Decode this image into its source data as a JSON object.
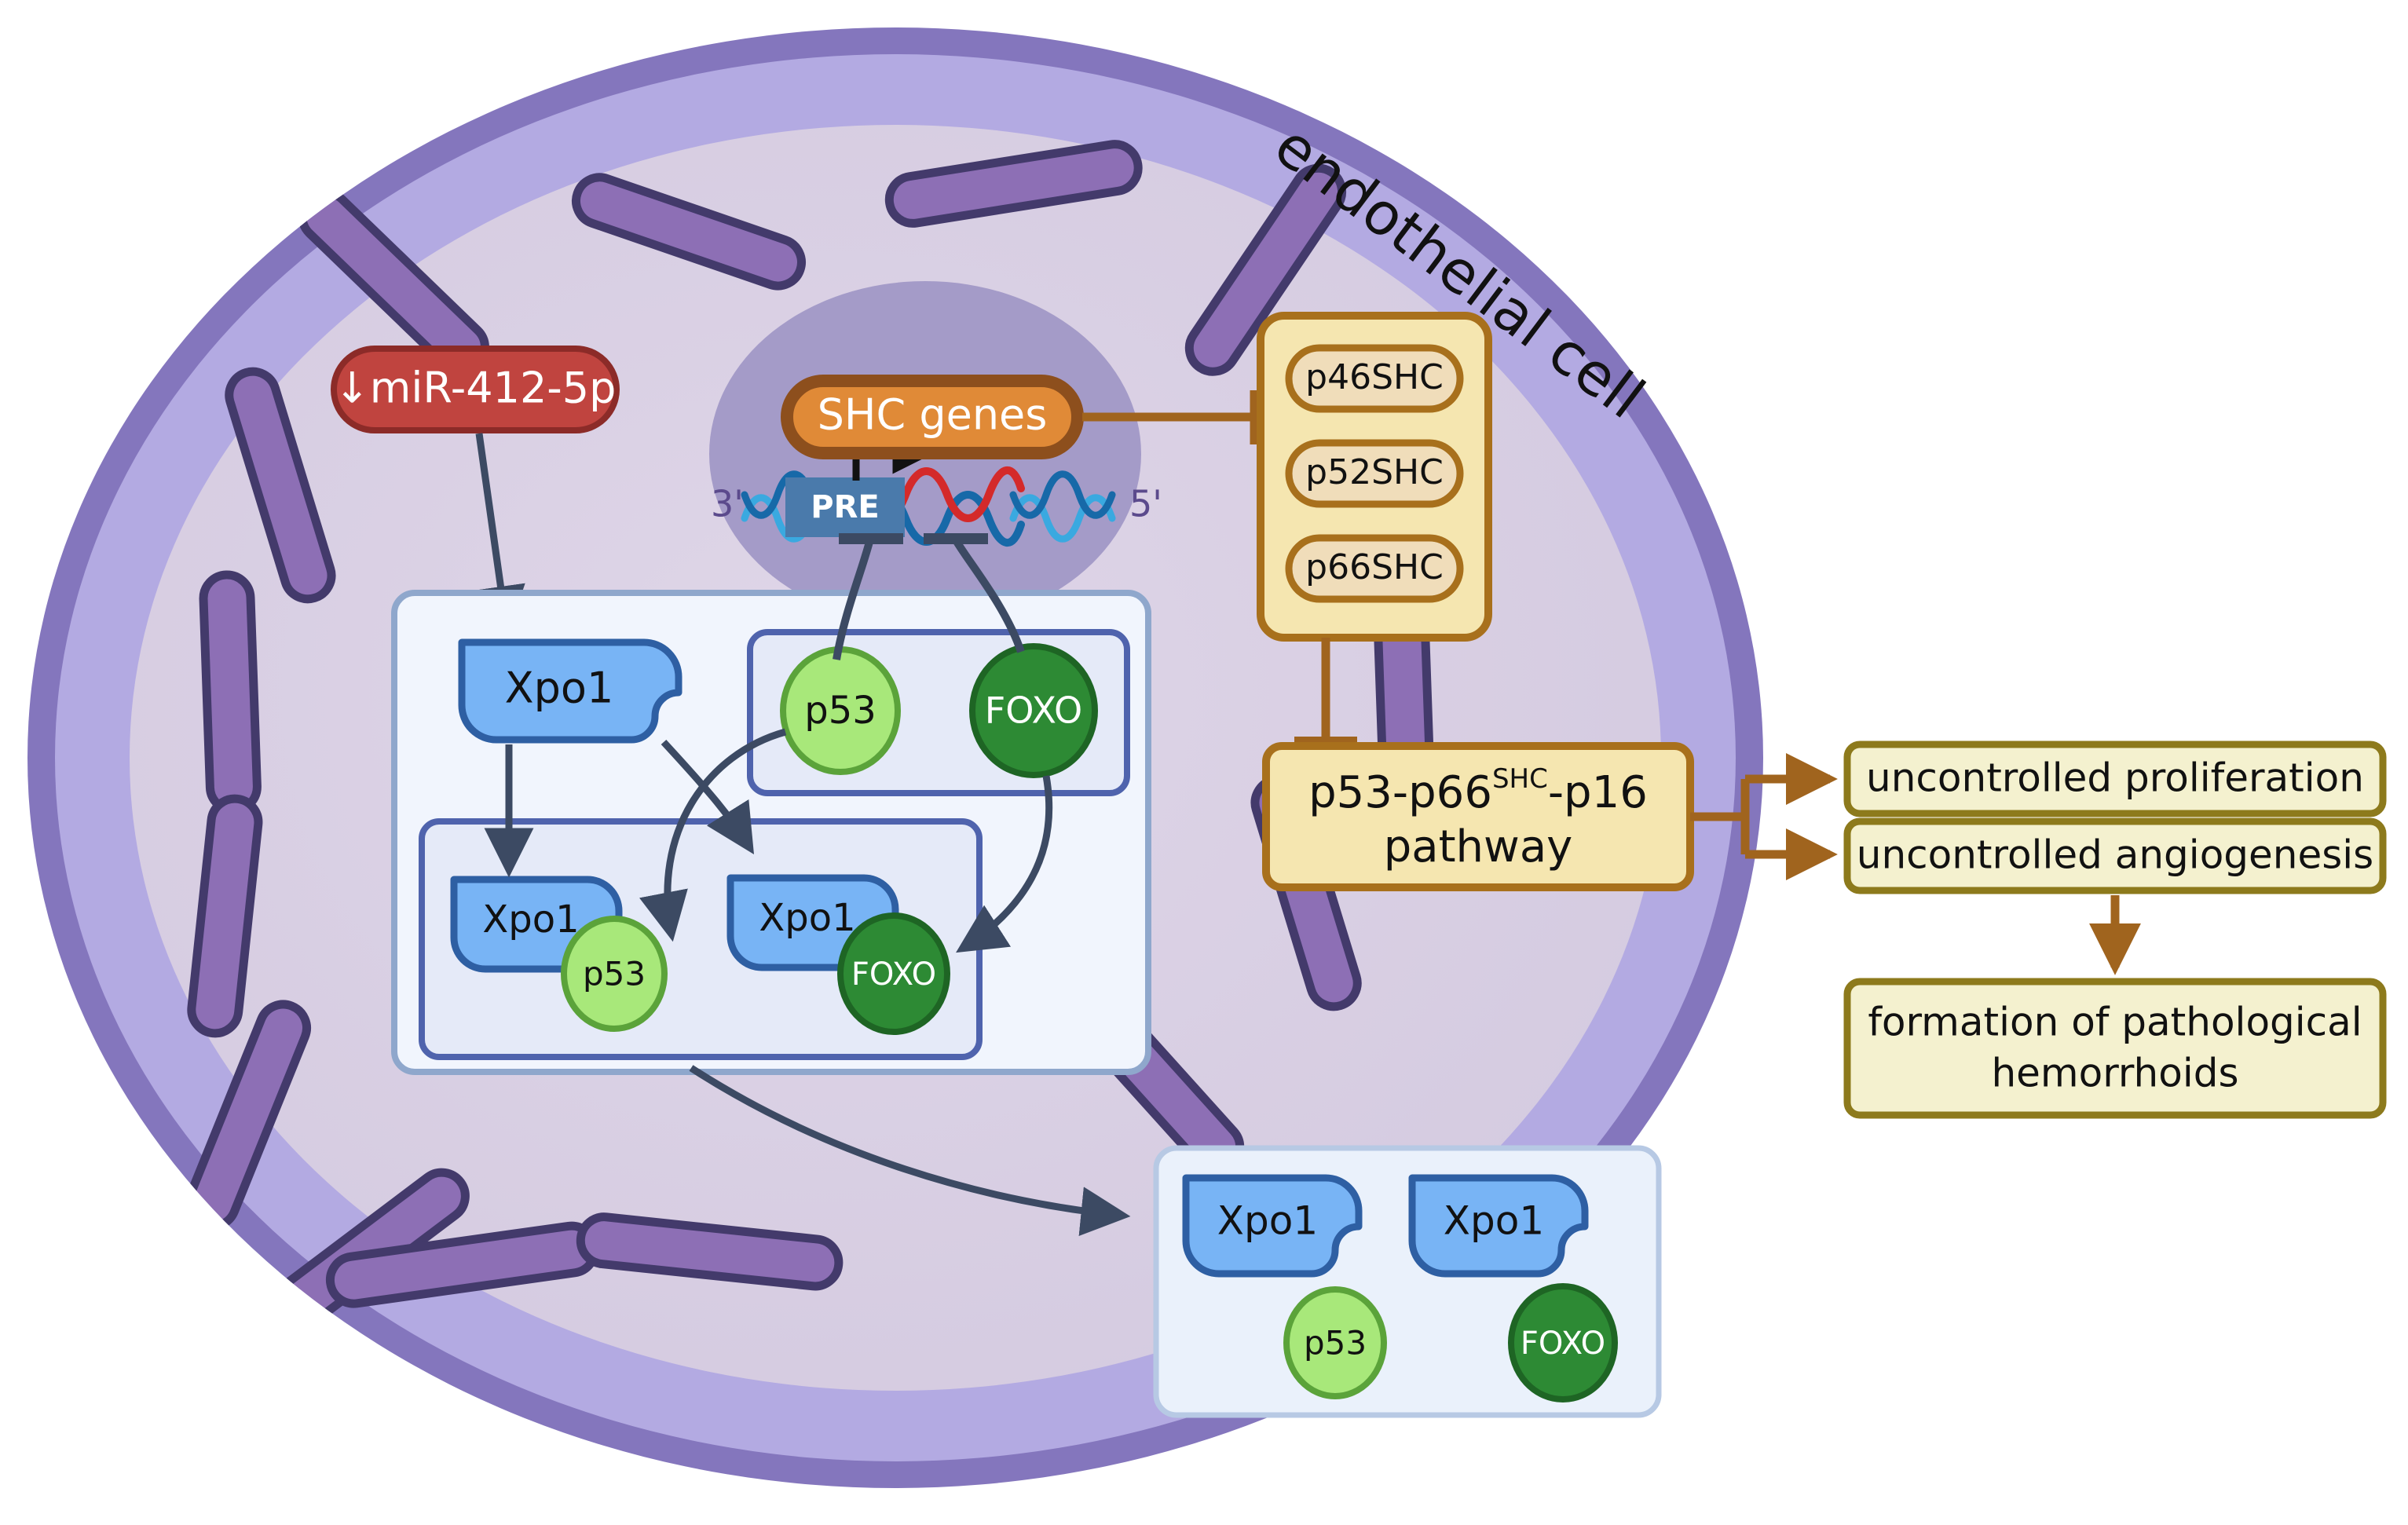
{
  "figure": {
    "title": "endothelial cell",
    "type": "biological pathway diagram"
  },
  "cell": {
    "label": "endothelial cell",
    "membrane_outer_color": "#8476bd",
    "membrane_inner_color": "#b3aae2",
    "cytoplasm_color": "#d8cfe2",
    "organelle_color": "#8d6fb5",
    "organelle_stroke": "#433a6b"
  },
  "nucleus": {
    "fill_color": "#a49bc8",
    "gene_box": {
      "label": "SHC genes",
      "fill": "#e08a37",
      "stroke": "#8d4f1d",
      "text_color": "#ffffff"
    },
    "dna": {
      "left_end_label": "3'",
      "right_end_label": "5'",
      "promoter_label": "PRE",
      "promoter_fill": "#4a7aab",
      "promoter_text_color": "#ffffff",
      "strand_colors": [
        "#3aa9e0",
        "#1769a8",
        "#d42a2a"
      ],
      "end_label_color": "#5b4a8c",
      "transcription_arrow": true
    }
  },
  "mirna": {
    "label": "↓miR-412-5p",
    "fill": "#c0443f",
    "stroke": "#8c2b28",
    "text_color": "#ffffff"
  },
  "proteins": {
    "xpo1": {
      "label": "Xpo1",
      "fill": "#78b4f5",
      "stroke": "#2e5fa3",
      "text_color": "#111111"
    },
    "p53": {
      "label": "p53",
      "fill": "#a8e87a",
      "stroke": "#5ba33a",
      "text_color": "#111111"
    },
    "foxo": {
      "label": "FOXO",
      "fill": "#2d8a34",
      "stroke": "#1e6524",
      "text_color": "#ffffff"
    }
  },
  "containers": {
    "outer_fill": "#f1f5fd",
    "outer_stroke": "#8fa7cc",
    "inner_fill": "#e5eaf8",
    "inner_stroke": "#4f63ad"
  },
  "complexes": {
    "cytoplasmic_free": {
      "members": [
        "Xpo1"
      ]
    },
    "nuclear_cargo": {
      "members": [
        "p53",
        "FOXO"
      ]
    },
    "bound_nuclear": {
      "members": [
        "Xpo1",
        "p53",
        "Xpo1",
        "FOXO"
      ]
    },
    "exported": {
      "members": [
        "Xpo1",
        "Xpo1",
        "p53",
        "FOXO"
      ]
    }
  },
  "shc_isoforms": {
    "box_fill": "#f5e6b0",
    "box_stroke": "#a8701c",
    "items": [
      {
        "label": "p46SHC"
      },
      {
        "label": "p52SHC"
      },
      {
        "label": "p66SHC"
      }
    ]
  },
  "pathway_box": {
    "text_main_1": "p53-p66",
    "text_sup": "SHC",
    "text_main_2": "-p16",
    "text_line2": "pathway",
    "fill": "#f5e6b0",
    "stroke": "#a8701c"
  },
  "outcomes": [
    {
      "label": "uncontrolled proliferation",
      "fill": "#f4f1cf",
      "stroke": "#8d7a1c"
    },
    {
      "label": "uncontrolled angiogenesis",
      "fill": "#f4f1cf",
      "stroke": "#8d7a1c"
    },
    {
      "label": "formation of pathological hemorrhoids",
      "label_line1": "formation of pathological",
      "label_line2": "hemorrhoids",
      "fill": "#f4f1cf",
      "stroke": "#8d7a1c"
    }
  ],
  "connectors": {
    "arrow_color_dark": "#3c4a63",
    "arrow_color_brown": "#a0641e",
    "inhibition_style": "t-bar",
    "activation_style": "arrowhead"
  }
}
